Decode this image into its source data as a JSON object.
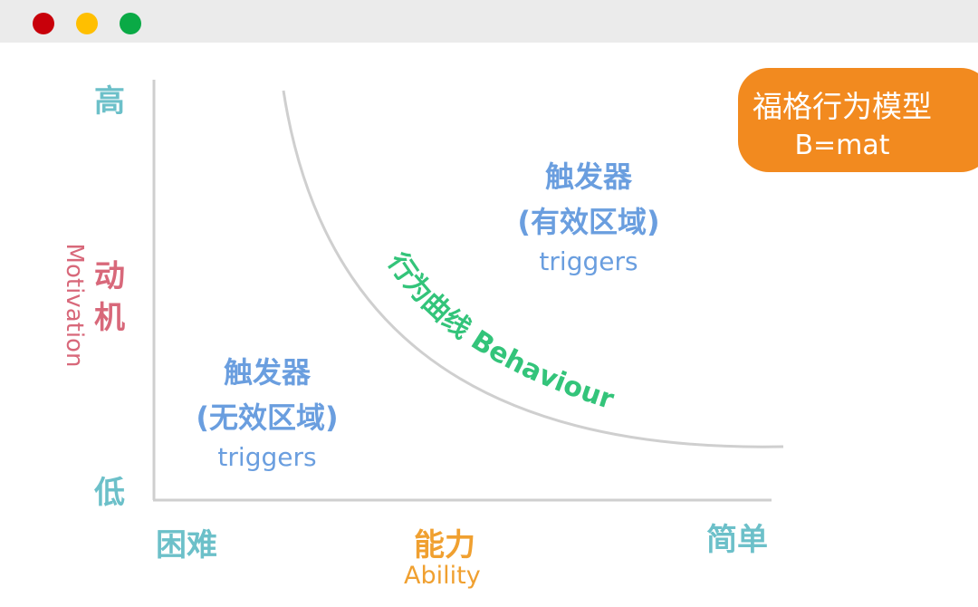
{
  "window": {
    "controls": [
      "close",
      "minimize",
      "maximize"
    ],
    "colors": {
      "close": "#c8000a",
      "minimize": "#ffbf00",
      "maximize": "#0aaa46"
    }
  },
  "badge": {
    "title": "福格行为模型",
    "formula": "B=mat"
  },
  "y_axis": {
    "high": "高",
    "low": "低",
    "label_cn": "动机",
    "label_en": "Motivation"
  },
  "x_axis": {
    "hard": "困难",
    "easy": "简单",
    "label_cn": "能力",
    "label_en": "Ability"
  },
  "zones": {
    "effective": {
      "title": "触发器",
      "subtitle": "(有效区域)",
      "en": "triggers"
    },
    "ineffective": {
      "title": "触发器",
      "subtitle": "(无效区域)",
      "en": "triggers"
    }
  },
  "curve": {
    "label": "行为曲线 Behaviour"
  },
  "colors": {
    "teal": "#6cc0c9",
    "pink": "#d8687a",
    "orange": "#f0a030",
    "blue": "#6a9edf",
    "green": "#33c47a",
    "badge": "#f28a1f"
  }
}
